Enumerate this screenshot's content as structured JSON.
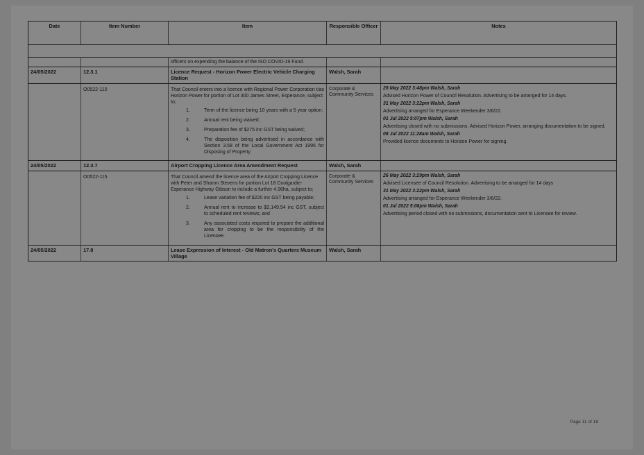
{
  "document": {
    "footer": "Page 11 of 18"
  },
  "table": {
    "headers": {
      "date": "Date",
      "item_number": "Item Number",
      "item": "Item",
      "responsible_officer": "Responsible Officer",
      "notes": "Notes"
    },
    "overflow_text": "officers on expending the balance of the ISO COVID-19 Fund.",
    "rows": [
      {
        "date": "24/05/2022",
        "item_number": "12.3.1",
        "item": "Licence Request - Horizon Power Electric Vehicle Charging Station",
        "officer": "Walsh, Sarah",
        "detail": {
          "reference": "O0522-110",
          "resolution": "That Council enters into a licence with Regional Power Corporation t/as Horizon Power for portion of Lot 300 James Street, Esperance, subject to;",
          "subitems": [
            "Term of the licence being 10 years with a 5 year option;",
            "Annual rent being waived;",
            "Preparation fee of $275 inc GST being waived;",
            "The disposition being advertised in accordance with Section 3.58 of the Local Government Act 1995 for Disposing of Property"
          ],
          "officer_dept": "Corporate & Community Services",
          "notes": [
            {
              "stamp": "26 May 2022 3:48pm Walsh, Sarah",
              "body": "Advised Horizon Power of Council Resolution. Advertising to be arranged for 14 days."
            },
            {
              "stamp": "31 May 2022 3:22pm Walsh, Sarah",
              "body": "Advertising arranged for Esperance Weekender 3/6/22."
            },
            {
              "stamp": "01 Jul 2022 5:07pm Walsh, Sarah",
              "body": "Advertising closed with no submissions. Advised Horizon Power, arranging documentation to be signed."
            },
            {
              "stamp": "08 Jul 2022 11:28am Walsh, Sarah",
              "body": "Provided licence documents to Horizon Power for signing."
            }
          ]
        }
      },
      {
        "date": "24/05/2022",
        "item_number": "12.3.7",
        "item": "Airport Cropping Licence Area Amendment Request",
        "officer": "Walsh, Sarah",
        "detail": {
          "reference": "O0522-115",
          "resolution": "That Council amend the licence area of the Airport Cropping Licence with Peter and Sharon Stevens for portion Lot 18 Coolgardie-Esperance Highway Gibson to include a further 4.96ha, subject to;",
          "subitems": [
            "Lease variation fee of $220 inc GST being payable;",
            "Annual rent to increase to $2,149.54 inc GST, subject to scheduled rent reviews; and",
            "Any associated costs required to prepare the additional area for cropping to be the responsibility of the Licensee."
          ],
          "officer_dept": "Corporate & Community Services",
          "notes": [
            {
              "stamp": "26 May 2022 3:29pm Walsh, Sarah",
              "body": "Advised Licensee of Council Resolution. Advertising to be arranged for 14 days"
            },
            {
              "stamp": "31 May 2022 3:22pm Walsh, Sarah",
              "body": "Advertising arranged for Esperance Weekender 3/6/22."
            },
            {
              "stamp": "01 Jul 2022 5:08pm Walsh, Sarah",
              "body": "Advertising period closed with no submissions, documentation sent to Licensee for review."
            }
          ]
        }
      },
      {
        "date": "24/05/2022",
        "item_number": "17.8",
        "item": "Lease Expression of Interest - Old Matron's Quarters Museum Village",
        "officer": "Walsh, Sarah",
        "detail": null
      }
    ]
  }
}
